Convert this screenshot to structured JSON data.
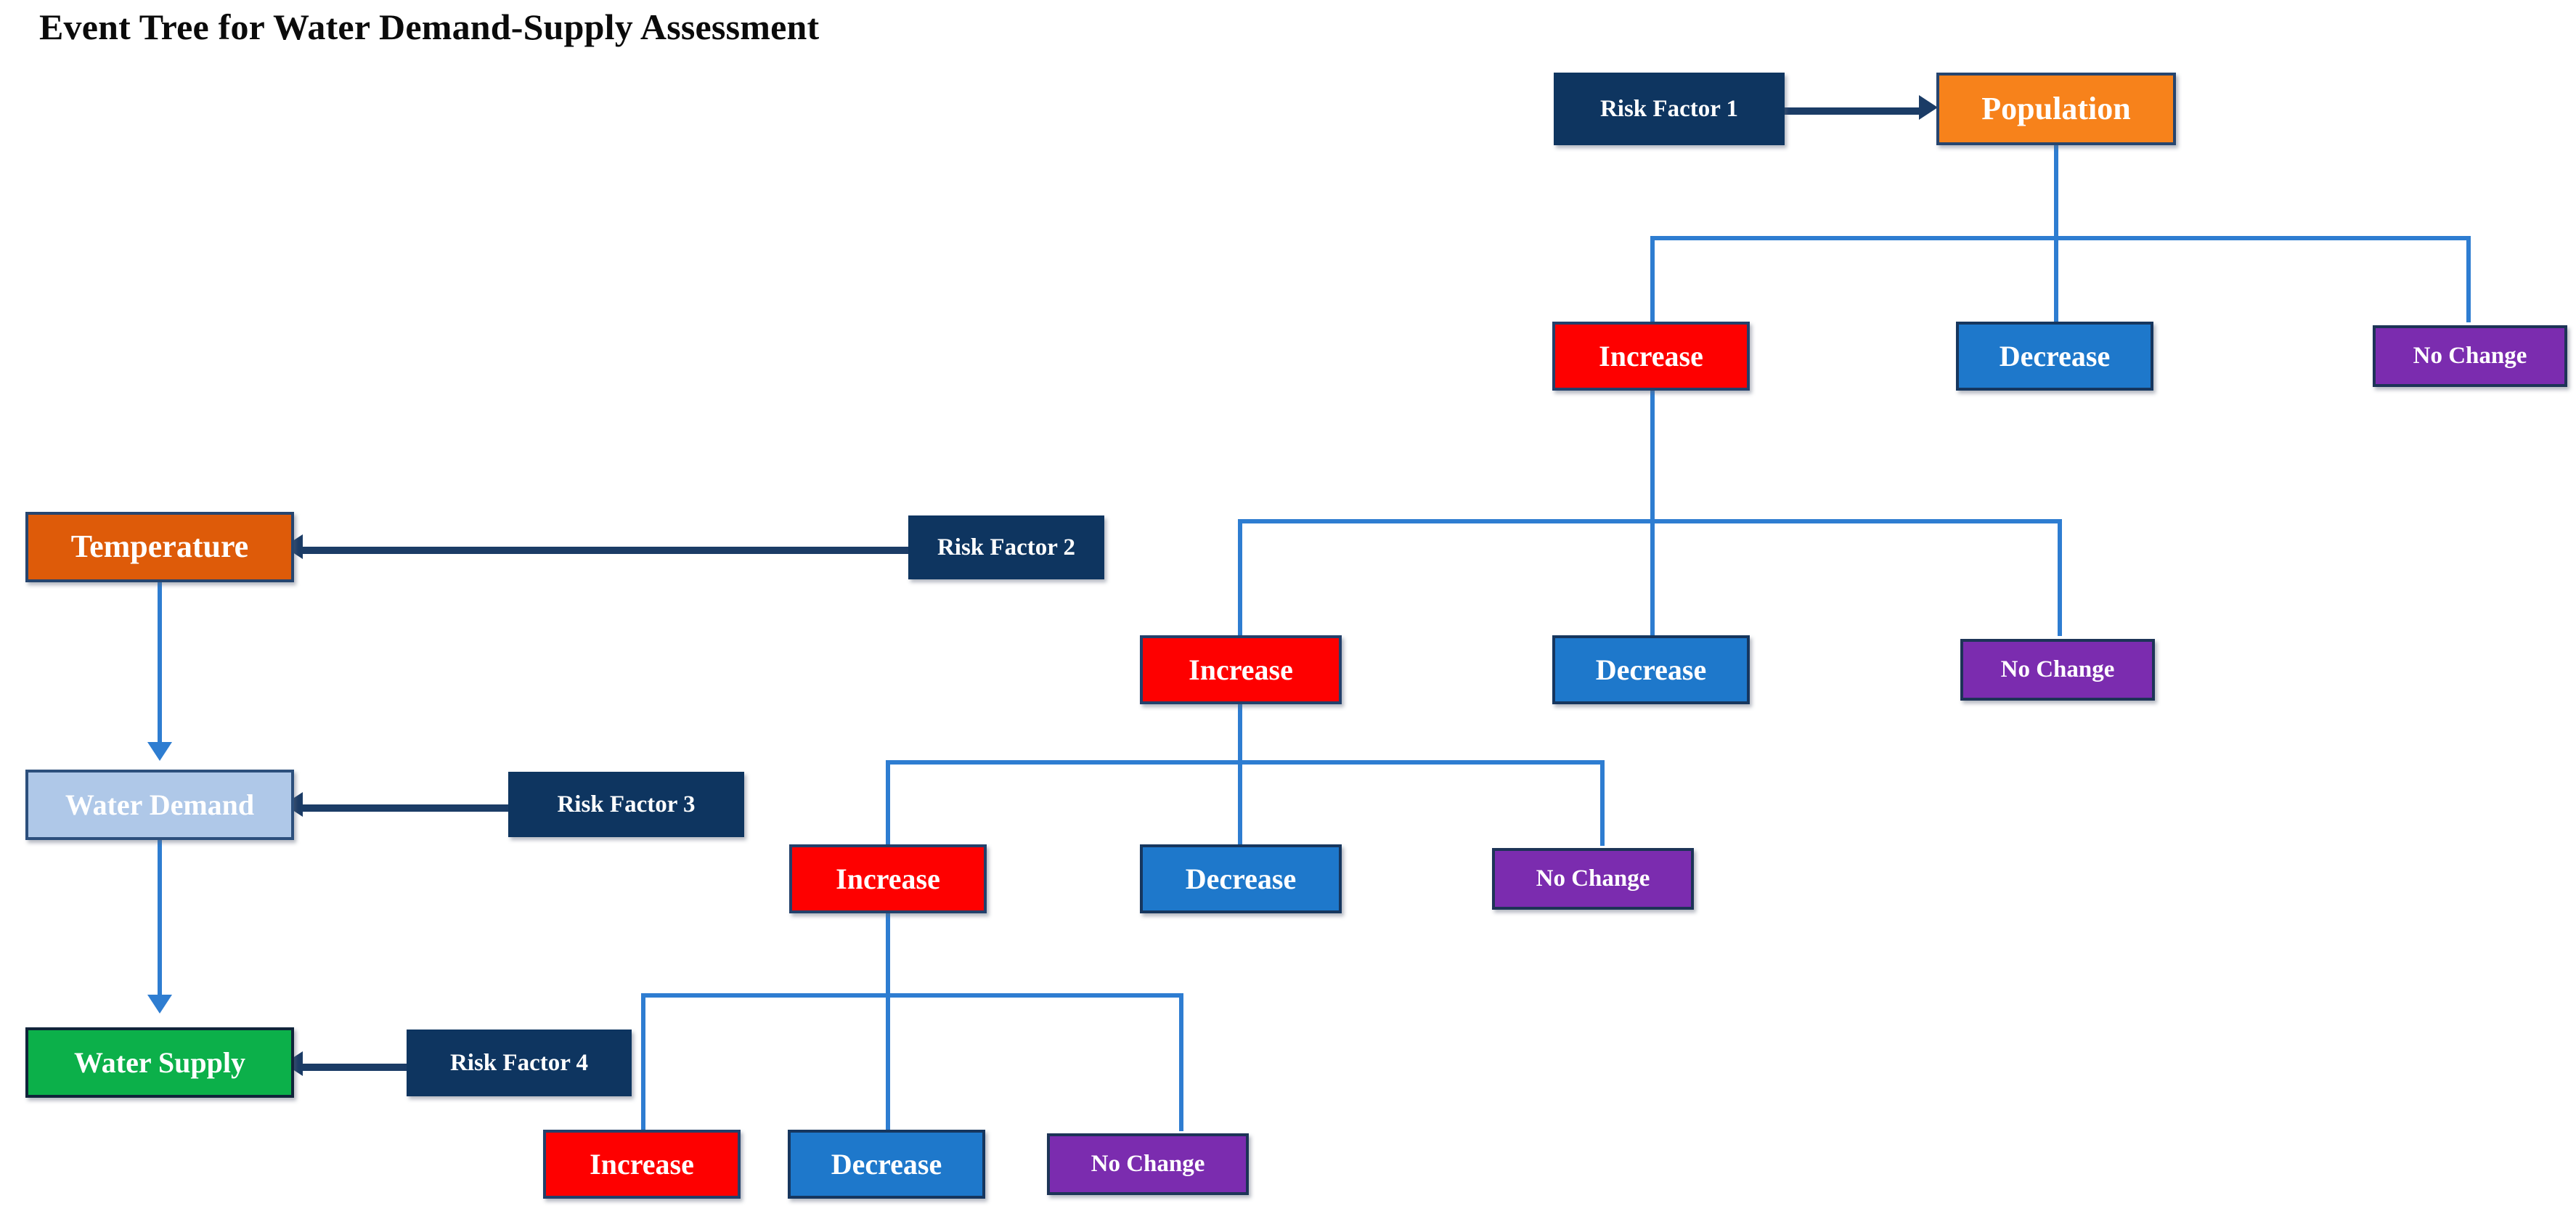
{
  "title": "Event Tree for Water Demand-Supply Assessment",
  "colors": {
    "navy": "#0E3560",
    "orange_population": "#F7821B",
    "orange_temperature": "#DE5B09",
    "light_blue_demand": "#AFC8E8",
    "green_supply": "#0CB04A",
    "red_increase": "#FE0000",
    "blue_decrease": "#1E78CB",
    "purple_nochange": "#7B2CAF",
    "connector_blue": "#2E7DD1",
    "arrow_navy": "#1B3C66",
    "title_black": "#0B0B0B"
  },
  "drivers": {
    "risk_factor_1": "Risk Factor 1",
    "risk_factor_2": "Risk Factor 2",
    "risk_factor_3": "Risk Factor 3",
    "risk_factor_4": "Risk Factor 4"
  },
  "variables": {
    "population": "Population",
    "temperature": "Temperature",
    "water_demand": "Water Demand",
    "water_supply": "Water Supply"
  },
  "outcomes": {
    "increase": "Increase",
    "decrease": "Decrease",
    "no_change": "No Change"
  },
  "chart_data": {
    "type": "tree",
    "title": "Event Tree for Water Demand-Supply Assessment",
    "levels": [
      {
        "index": 1,
        "variable": "Population",
        "driver": "Risk Factor 1",
        "branches": [
          "Increase",
          "Decrease",
          "No Change"
        ],
        "expanded_branch": "Increase"
      },
      {
        "index": 2,
        "variable": "Temperature",
        "driver": "Risk Factor 2",
        "branches": [
          "Increase",
          "Decrease",
          "No Change"
        ],
        "expanded_branch": "Increase"
      },
      {
        "index": 3,
        "variable": "Water Demand",
        "driver": "Risk Factor 3",
        "branches": [
          "Increase",
          "Decrease",
          "No Change"
        ],
        "expanded_branch": "Increase"
      },
      {
        "index": 4,
        "variable": "Water Supply",
        "driver": "Risk Factor 4",
        "branches": [
          "Increase",
          "Decrease",
          "No Change"
        ],
        "expanded_branch": null
      }
    ]
  }
}
